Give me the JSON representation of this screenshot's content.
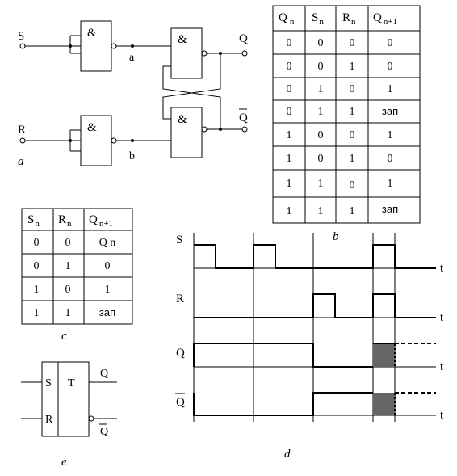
{
  "circuit": {
    "gate_symbol": "&",
    "input_s": "S",
    "input_r": "R",
    "node_a": "a",
    "node_b": "b",
    "output_q": "Q",
    "output_qbar": "Q",
    "panel_label": "a"
  },
  "table_b": {
    "headers": [
      [
        "Q",
        "n"
      ],
      [
        "S",
        "n"
      ],
      [
        "R",
        "n"
      ],
      [
        "Q",
        "n+1"
      ]
    ],
    "rows": [
      [
        "0",
        "0",
        "0",
        "0"
      ],
      [
        "0",
        "0",
        "1",
        "0"
      ],
      [
        "0",
        "1",
        "0",
        "1"
      ],
      [
        "0",
        "1",
        "1",
        "зап"
      ],
      [
        "1",
        "0",
        "0",
        "1"
      ],
      [
        "1",
        "0",
        "1",
        "0"
      ],
      [
        "1",
        "1",
        "0",
        "1"
      ],
      [
        "1",
        "1",
        "1",
        "зап"
      ]
    ],
    "panel_label": "b"
  },
  "table_c": {
    "headers": [
      [
        "S",
        "n"
      ],
      [
        "R",
        "n"
      ],
      [
        "Q",
        "n+1"
      ]
    ],
    "rows": [
      [
        "0",
        "0",
        "Q n"
      ],
      [
        "0",
        "1",
        "0"
      ],
      [
        "1",
        "0",
        "1"
      ],
      [
        "1",
        "1",
        "зап"
      ]
    ],
    "panel_label": "c"
  },
  "timing": {
    "signals": [
      "S",
      "R",
      "Q",
      "Q"
    ],
    "time_label": "t",
    "panel_label": "d",
    "slots": 4,
    "chart_data": {
      "type": "line",
      "series": [
        {
          "name": "S",
          "values": [
            1,
            0,
            1,
            0,
            0,
            0,
            0,
            0,
            1,
            0,
            0,
            0
          ]
        },
        {
          "name": "R",
          "values": [
            0,
            0,
            0,
            0,
            0,
            0,
            1,
            0,
            1,
            0,
            0,
            0
          ]
        },
        {
          "name": "Q",
          "values": [
            1,
            1,
            1,
            1,
            1,
            1,
            0,
            0,
            "forbidden",
            0,
            0,
            0
          ]
        },
        {
          "name": "Q",
          "values": [
            0,
            0,
            0,
            0,
            0,
            0,
            1,
            1,
            "forbidden",
            1,
            1,
            1
          ]
        }
      ]
    }
  },
  "symbol": {
    "s_label": "S",
    "r_label": "R",
    "t_label": "T",
    "q_label": "Q",
    "qbar_label": "Q",
    "panel_label": "e"
  }
}
